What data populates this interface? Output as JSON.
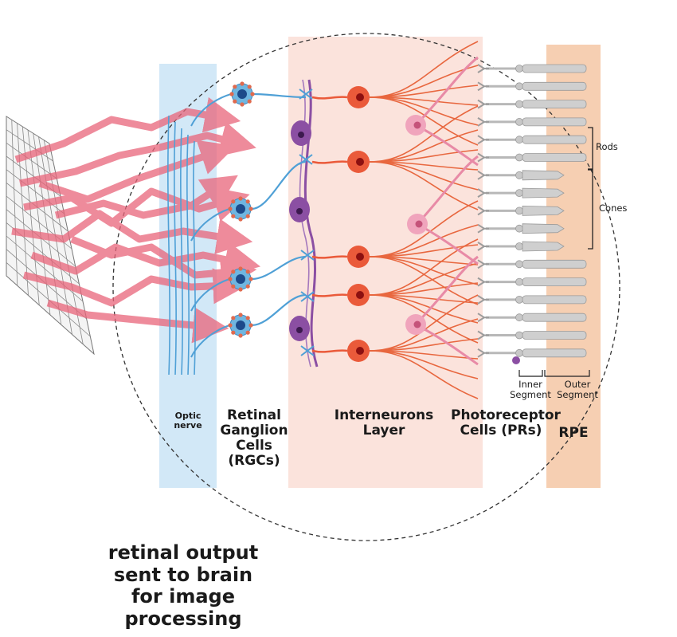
{
  "labels": {
    "optic_nerve": [
      "Optic",
      "nerve"
    ],
    "rgc": [
      "Retinal",
      "Ganglion",
      "Cells",
      "(RGCs)"
    ],
    "interneurons": [
      "Interneurons",
      "Layer"
    ],
    "photoreceptors": [
      "Photoreceptor",
      "Cells (PRs)"
    ],
    "rpe": "RPE",
    "rods": "Rods",
    "cones": "Cones",
    "inner_segment": [
      "Inner",
      "Segment"
    ],
    "outer_segment": [
      "Outer",
      "Segment"
    ],
    "caption": [
      "retinal output",
      "sent to brain",
      "for image",
      "processing"
    ]
  },
  "colors": {
    "optic_band": "#cde6f6",
    "inter_band": "#fbe3dc",
    "rpe_band": "#f6cfb2",
    "light_arrow": "#e9657a",
    "rgc_cell": "#6fb6e0",
    "interneuron": "#ea5a3a",
    "amacrine": "#8b4fa3",
    "horizontal": "#e88aa6",
    "photoreceptor": "#cfcfcf"
  }
}
